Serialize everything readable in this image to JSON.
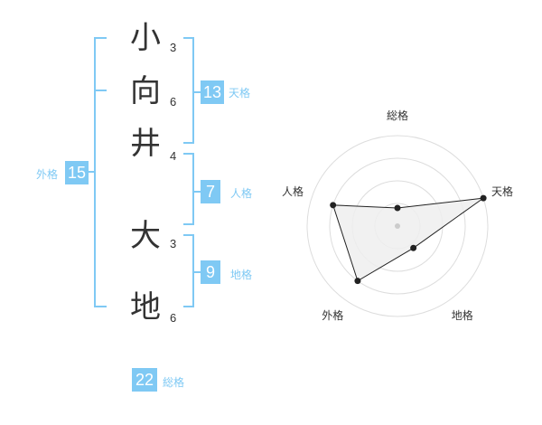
{
  "colors": {
    "accent": "#7fc9f4",
    "label": "#7fc9f4",
    "text": "#333333",
    "ring": "#dddddd",
    "fill": "#eeeeee",
    "line": "#222222"
  },
  "name": {
    "chars": [
      {
        "char": "小",
        "strokes": "3"
      },
      {
        "char": "向",
        "strokes": "6"
      },
      {
        "char": "井",
        "strokes": "4"
      },
      {
        "char": "大",
        "strokes": "3"
      },
      {
        "char": "地",
        "strokes": "6"
      }
    ]
  },
  "kakusu": {
    "tenkaku": {
      "value": "13",
      "label": "天格"
    },
    "jinkaku": {
      "value": "7",
      "label": "人格"
    },
    "chikaku": {
      "value": "9",
      "label": "地格"
    },
    "gaikaku": {
      "value": "15",
      "label": "外格"
    },
    "soukaku": {
      "value": "22",
      "label": "総格"
    }
  },
  "chart_data": {
    "type": "radar",
    "axes": [
      "総格",
      "天格",
      "地格",
      "外格",
      "人格"
    ],
    "ring_count": 4,
    "values": [
      0.2,
      1.0,
      0.3,
      0.75,
      0.75
    ]
  }
}
